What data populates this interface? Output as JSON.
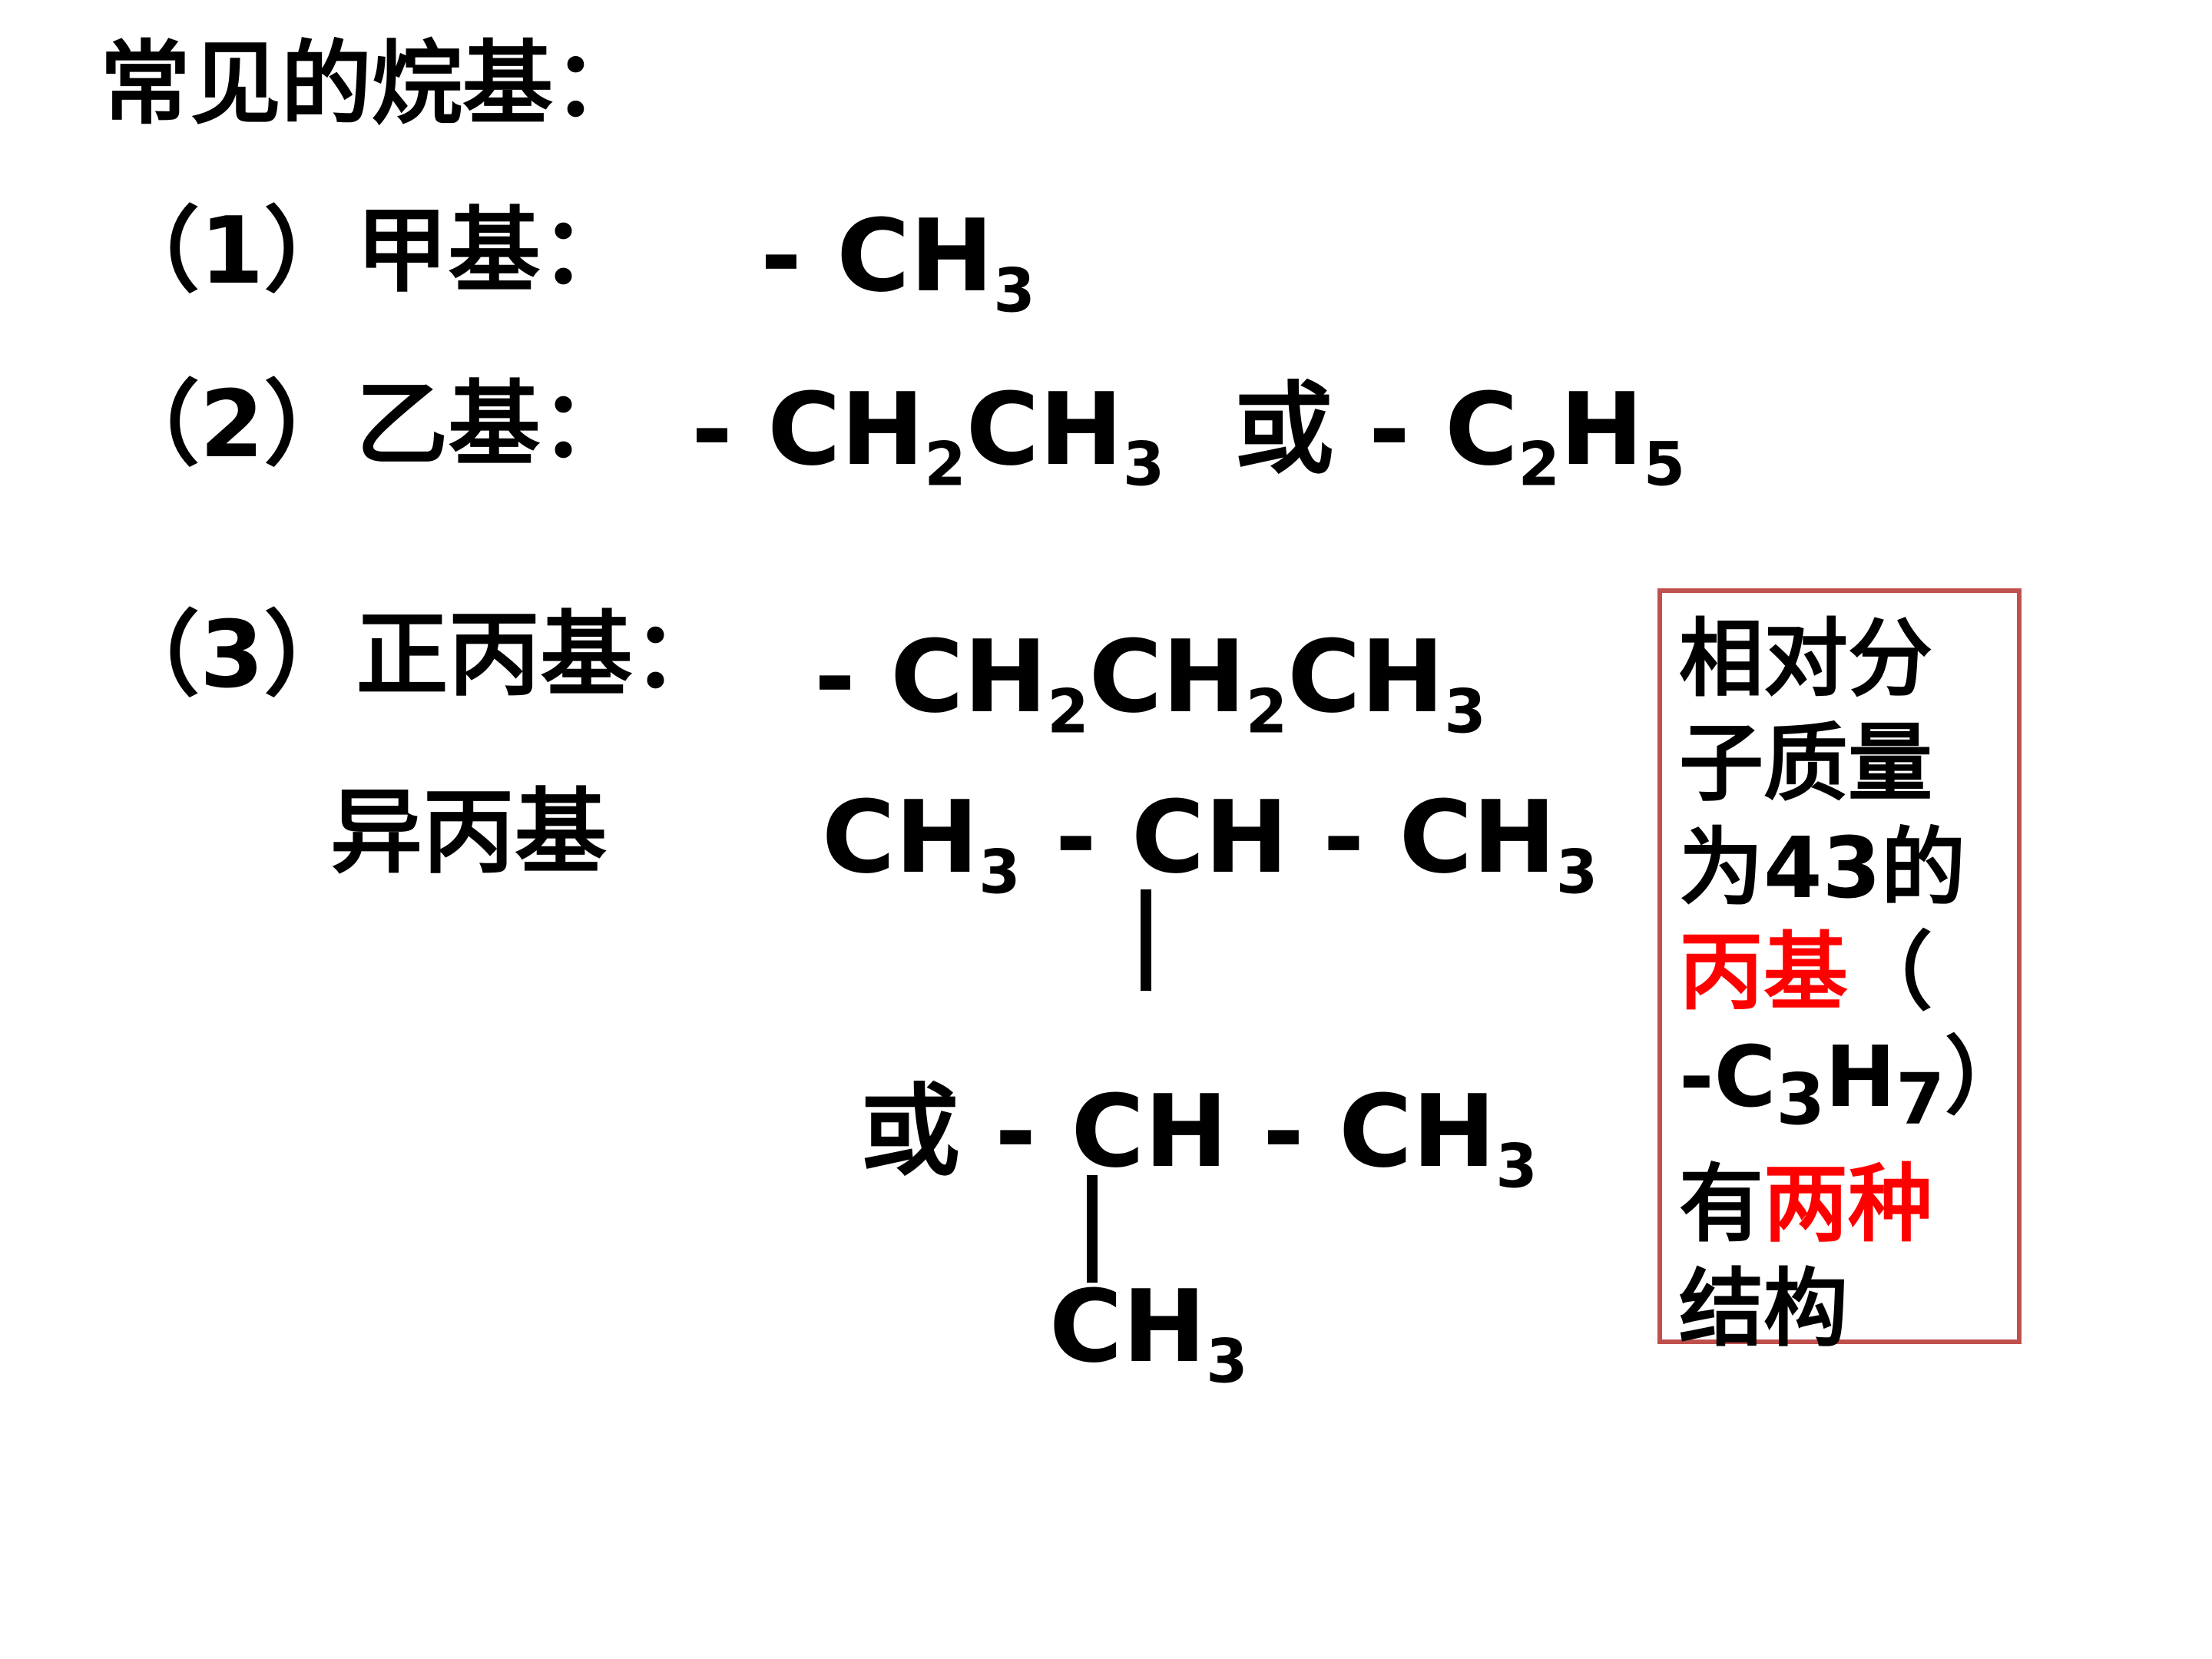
{
  "title": "常见的烷基：",
  "rows": {
    "methyl": {
      "label": "（1）甲基：",
      "formula": {
        "a": "- CH",
        "s1": "3"
      }
    },
    "ethyl": {
      "label": "（2）乙基：",
      "formula": {
        "a": "- CH",
        "s1": "2",
        "b": "CH",
        "s2": "3",
        "c": "  或 - C",
        "s3": "2",
        "d": "H",
        "s4": "5"
      }
    },
    "propyl": {
      "label": "（3）正丙基：",
      "formula": {
        "a": "- CH",
        "s1": "2",
        "b": "CH",
        "s2": "2",
        "c": "CH",
        "s3": "3"
      }
    },
    "isopropyl": {
      "label": "异丙基",
      "formula1": {
        "a": "CH",
        "s1": "3",
        "b": " - CH - CH",
        "s2": "3"
      },
      "formula2": {
        "a": "或 - CH - CH",
        "s1": "3"
      },
      "formula3": {
        "a": "CH",
        "s1": "3"
      }
    }
  },
  "note": {
    "l1": "相对分",
    "l2": "子质量",
    "l3": "为43的",
    "l4_hl": "丙基",
    "l4_rest": "（",
    "l5_a": "-C",
    "l5_s1": "3",
    "l5_b": "H",
    "l5_s2": "7",
    "l5_c": "）",
    "l6_a": "有",
    "l6_hl": "两种",
    "l7": "结构",
    "highlight_color": "#ff0000",
    "border_color": "#c0504d"
  }
}
